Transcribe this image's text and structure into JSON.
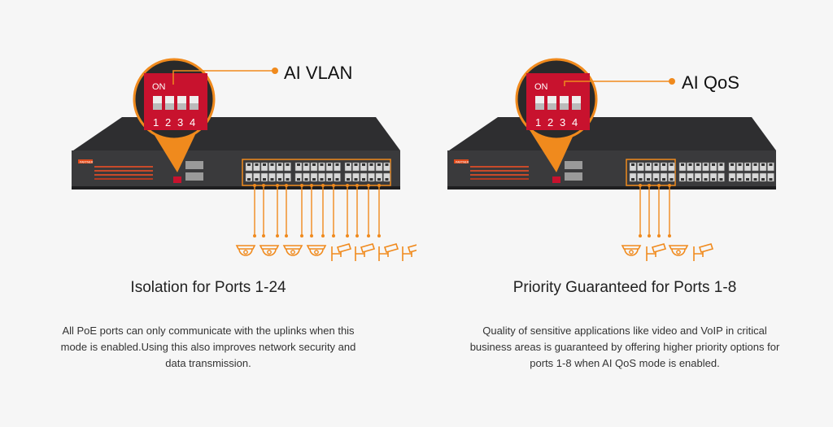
{
  "colors": {
    "accent": "#f08a1d",
    "switch_body": "#3a3a3c",
    "dip_red": "#c8122e",
    "background": "#f6f6f6"
  },
  "panels": [
    {
      "callout": "AI VLAN",
      "dip_on_label": "ON",
      "dip_numbers": [
        "1",
        "2",
        "3",
        "4"
      ],
      "brand": "PARTNER",
      "heading": "Isolation for Ports 1-24",
      "description": "All PoE ports can only communicate with the uplinks when this mode is enabled.Using this also improves network security and data transmission.",
      "highlighted_ports": "1-24",
      "devices": [
        "dome-camera",
        "dome-camera",
        "dome-camera",
        "dome-camera",
        "bullet-camera",
        "bullet-camera",
        "bullet-camera",
        "bullet-camera"
      ]
    },
    {
      "callout": "AI QoS",
      "dip_on_label": "ON",
      "dip_numbers": [
        "1",
        "2",
        "3",
        "4"
      ],
      "brand": "PARTNER",
      "heading": "Priority Guaranteed for Ports 1-8",
      "description": "Quality of sensitive applications like video  and VoIP in critical business areas is guaranteed by offering higher priority options for ports 1-8 when AI QoS mode is enabled.",
      "highlighted_ports": "1-8",
      "devices": [
        "dome-camera",
        "bullet-camera",
        "dome-camera",
        "bullet-camera"
      ]
    }
  ]
}
